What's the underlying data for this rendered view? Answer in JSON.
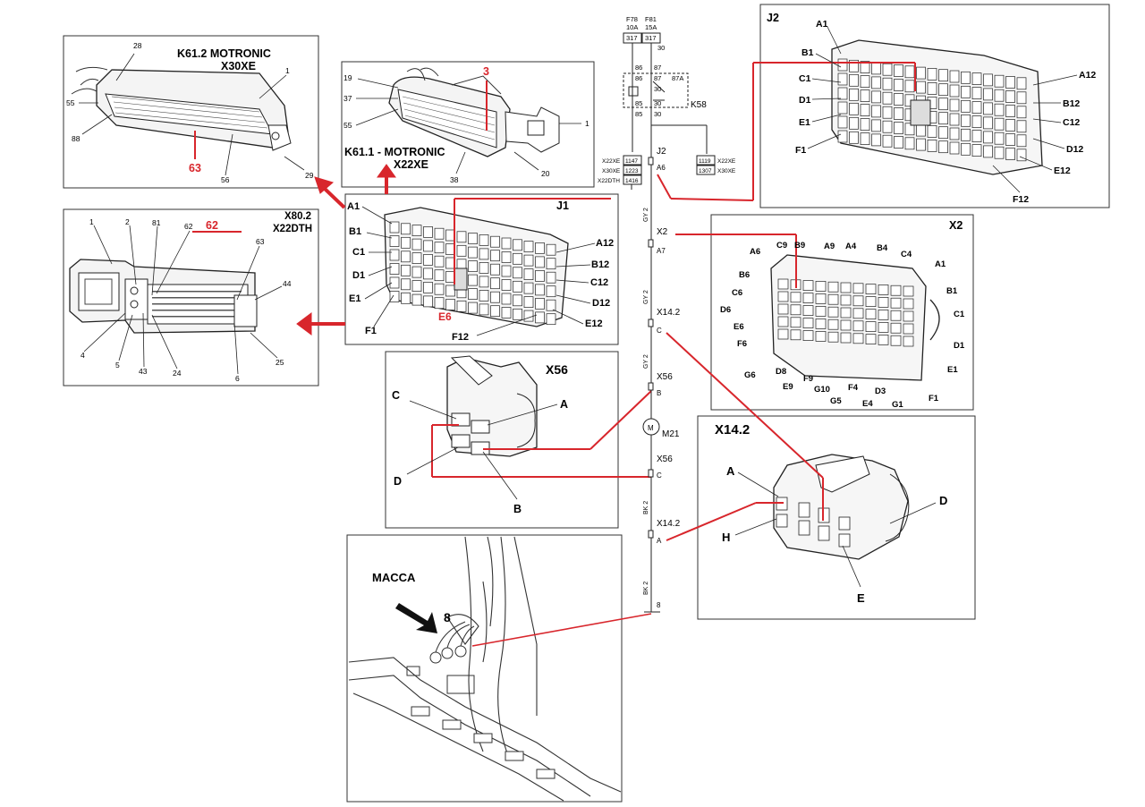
{
  "k612": {
    "title1": "K61.2  MOTRONIC",
    "title2": "X30XE",
    "pins": [
      "28",
      "1",
      "55",
      "88",
      "56",
      "29"
    ],
    "red_pin": "63"
  },
  "k611": {
    "title1": "K61.1 - MOTRONIC",
    "title2": "X22XE",
    "pins": [
      "19",
      "37",
      "55",
      "38",
      "20",
      "1"
    ],
    "red_pin": "3"
  },
  "x802": {
    "title1": "X80.2",
    "title2": "X22DTH",
    "pins": [
      "1",
      "2",
      "81",
      "62",
      "63",
      "44",
      "4",
      "5",
      "43",
      "24",
      "6",
      "25"
    ],
    "red_pin": "62"
  },
  "j1": {
    "title": "J1",
    "left_labels": [
      "A1",
      "B1",
      "C1",
      "D1",
      "E1",
      "F1"
    ],
    "right_labels": [
      "A12",
      "B12",
      "C12",
      "D12",
      "E12",
      "F12"
    ],
    "red_pin": "E6"
  },
  "j2": {
    "title": "J2",
    "left_labels": [
      "A1",
      "B1",
      "C1",
      "D1",
      "E1",
      "F1"
    ],
    "right_labels": [
      "A12",
      "B12",
      "C12",
      "D12",
      "E12",
      "F12"
    ]
  },
  "x2": {
    "title": "X2",
    "labels": [
      "A6",
      "C9",
      "B9",
      "A9",
      "A4",
      "B4",
      "C4",
      "A1",
      "B6",
      "C6",
      "D6",
      "E6",
      "F6",
      "G6",
      "B1",
      "C1",
      "D1",
      "E1",
      "F1",
      "D8",
      "E9",
      "F9",
      "G10",
      "G5",
      "F4",
      "E4",
      "D3",
      "G1"
    ]
  },
  "x56": {
    "title": "X56",
    "labels": [
      "C",
      "A",
      "D",
      "B"
    ]
  },
  "x142": {
    "title": "X14.2",
    "labels": [
      "A",
      "D",
      "H",
      "E"
    ]
  },
  "ground": {
    "label": "MACCA",
    "num": "8"
  },
  "schematic": {
    "fuse1": [
      "F78",
      "10A"
    ],
    "fuse2": [
      "F81",
      "15A"
    ],
    "fuse_box": [
      "317",
      "317"
    ],
    "relay_pins": [
      "86",
      "87",
      "86",
      "87",
      "87A",
      "30",
      "85",
      "85",
      "30",
      "30"
    ],
    "relay_name": "K58",
    "pin30": "30",
    "left_codes": [
      "X22XE",
      "X30XE",
      "X22DTH"
    ],
    "left_vals": [
      "1147",
      "1223",
      "1416"
    ],
    "right_codes": [
      "X22XE",
      "X30XE"
    ],
    "right_vals": [
      "1119",
      "1307"
    ],
    "conn": [
      {
        "name": "J2",
        "pin": "A6"
      },
      {
        "name": "X2",
        "pin": "A7"
      },
      {
        "name": "X14.2",
        "pin": "C"
      },
      {
        "name": "X56",
        "pin": "B"
      },
      {
        "name": "M21",
        "pin": ""
      },
      {
        "name": "X56",
        "pin": "C"
      },
      {
        "name": "X14.2",
        "pin": "A"
      },
      {
        "name": "",
        "pin": "8"
      }
    ],
    "wire_colors": [
      "GY 2",
      "GY 2",
      "GY 2",
      "BK 2",
      "BK 2"
    ],
    "motor": "M"
  },
  "colors": {
    "red": "#d8262c",
    "line": "#222222"
  }
}
